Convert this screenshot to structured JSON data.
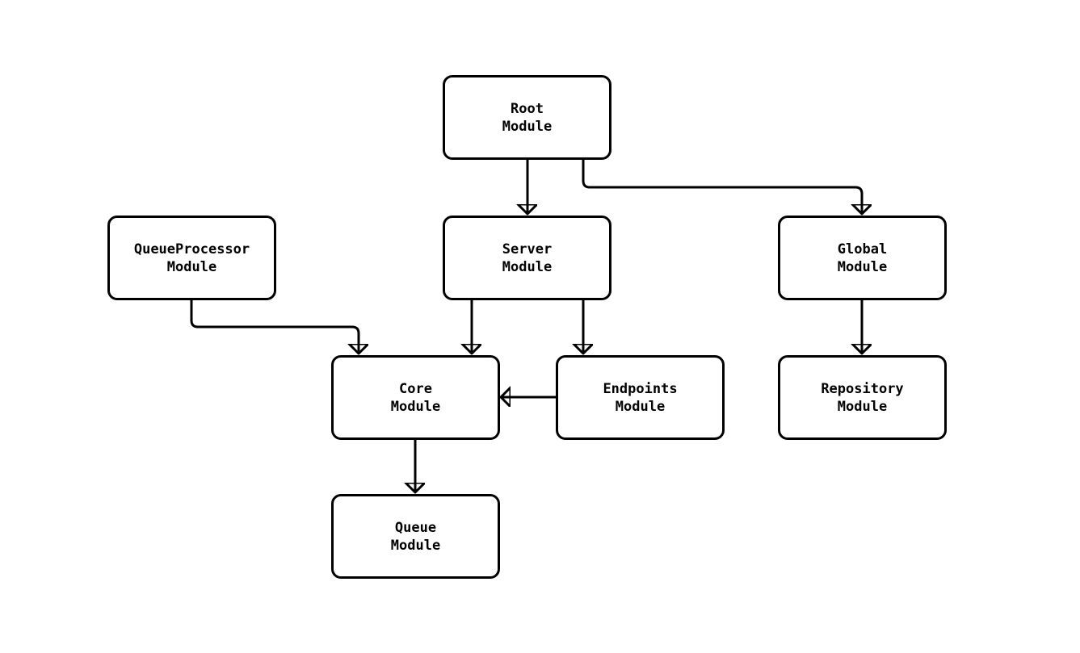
{
  "diagram": {
    "type": "flowchart",
    "background_color": "#ffffff",
    "node_fill_color": "#ffffff",
    "node_border_color": "#000000",
    "edge_color": "#000000",
    "text_color": "#000000",
    "nodes": {
      "root": {
        "label": "Root\nModule"
      },
      "queueprocessor": {
        "label": "QueueProcessor\nModule"
      },
      "server": {
        "label": "Server\nModule"
      },
      "global": {
        "label": "Global\nModule"
      },
      "core": {
        "label": "Core\nModule"
      },
      "endpoints": {
        "label": "Endpoints\nModule"
      },
      "repository": {
        "label": "Repository\nModule"
      },
      "queue": {
        "label": "Queue\nModule"
      }
    },
    "edges": [
      {
        "from": "Root Module",
        "to": "Server Module"
      },
      {
        "from": "Root Module",
        "to": "Global Module"
      },
      {
        "from": "QueueProcessor Module",
        "to": "Core Module"
      },
      {
        "from": "Server Module",
        "to": "Core Module"
      },
      {
        "from": "Server Module",
        "to": "Endpoints Module"
      },
      {
        "from": "Endpoints Module",
        "to": "Core Module"
      },
      {
        "from": "Core Module",
        "to": "Queue Module"
      },
      {
        "from": "Global Module",
        "to": "Repository Module"
      }
    ]
  }
}
